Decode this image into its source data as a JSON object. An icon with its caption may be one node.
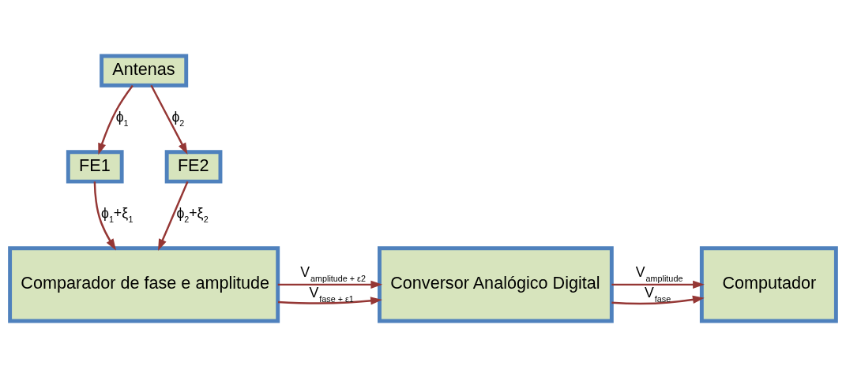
{
  "diagram": {
    "nodes": [
      {
        "text": [
          "Antenas"
        ]
      },
      {
        "text": [
          "FE1"
        ]
      },
      {
        "text": [
          "FE2"
        ]
      },
      {
        "text": [
          "Comparador de fase e amplitude"
        ]
      },
      {
        "text": [
          "Conversor Analógico Digital"
        ]
      },
      {
        "text": [
          "Computador"
        ]
      }
    ],
    "edges": [
      {
        "from": 0,
        "to": 1,
        "arrow": "to",
        "label": "ϕ$_{1}$"
      },
      {
        "from": 0,
        "to": 2,
        "arrow": "to",
        "label": "ϕ$_{2}$"
      },
      {
        "from": 1,
        "to": 3,
        "arrow": "to",
        "label": "ϕ$_{1}$+ξ$_{1}$"
      },
      {
        "from": 2,
        "to": 3,
        "arrow": "to",
        "label": "ϕ$_{2}$+ξ$_{2}$"
      },
      {
        "from": 3,
        "to": 4,
        "arrow": "to",
        "label": "V$_{fase + ε1}$"
      },
      {
        "from": 3,
        "to": 4,
        "arrow": "to",
        "label": "V$_{amplitude + ε2}$"
      },
      {
        "from": 4,
        "to": 5,
        "arrow": "to",
        "label": "V$_{fase}$"
      },
      {
        "from": 4,
        "to": 5,
        "arrow": "to",
        "label": "V$_{amplitude}$"
      }
    ]
  }
}
